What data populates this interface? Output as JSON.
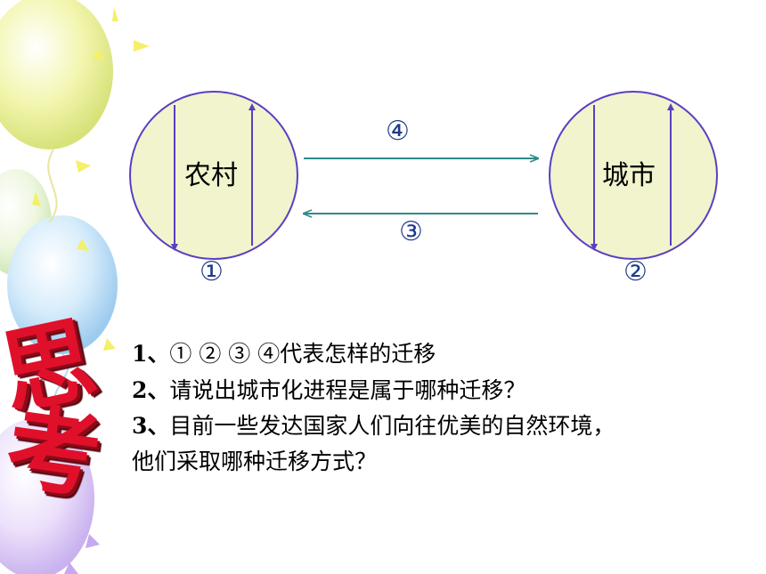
{
  "diagram": {
    "rural_label": "农村",
    "urban_label": "城市",
    "marker_1": "①",
    "marker_2": "②",
    "marker_3": "③",
    "marker_4": "④",
    "circle_fill": "#f1f4cc",
    "circle_stroke": "#5a3fc0",
    "arrow_color": "#2f8a8a"
  },
  "think": {
    "char_1": "思",
    "char_2": "考",
    "color": "#e0102b"
  },
  "questions": [
    {
      "num": "1、",
      "text": "① ② ③ ④代表怎样的迁移"
    },
    {
      "num": "2、",
      "text": "请说出城市化进程是属于哪种迁移？"
    },
    {
      "num": "3、",
      "text": "目前一些发达国家人们向往优美的自然环境，"
    },
    {
      "num": "",
      "text": "他们采取哪种迁移方式？"
    }
  ]
}
